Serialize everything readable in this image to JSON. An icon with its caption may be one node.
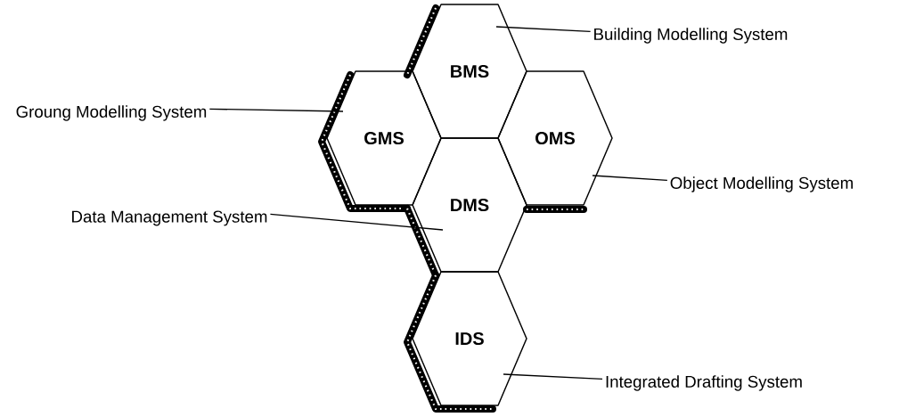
{
  "diagram": {
    "nodes": [
      {
        "text": [
          "BMS"
        ]
      },
      {
        "text": [
          "GMS"
        ]
      },
      {
        "text": [
          "OMS"
        ]
      },
      {
        "text": [
          "DMS"
        ]
      },
      {
        "text": [
          "IDS"
        ]
      },
      {
        "text": [
          "Building Modelling System"
        ]
      },
      {
        "text": [
          "Groung Modelling System"
        ]
      },
      {
        "text": [
          "Object Modelling System"
        ]
      },
      {
        "text": [
          "Data Management System"
        ]
      },
      {
        "text": [
          "Integrated Drafting System"
        ]
      }
    ],
    "edges": [
      {
        "from": 5,
        "to": 0,
        "arrow": "none"
      },
      {
        "from": 6,
        "to": 1,
        "arrow": "none"
      },
      {
        "from": 7,
        "to": 2,
        "arrow": "none"
      },
      {
        "from": 8,
        "to": 3,
        "arrow": "none"
      },
      {
        "from": 9,
        "to": 4,
        "arrow": "none"
      }
    ]
  }
}
